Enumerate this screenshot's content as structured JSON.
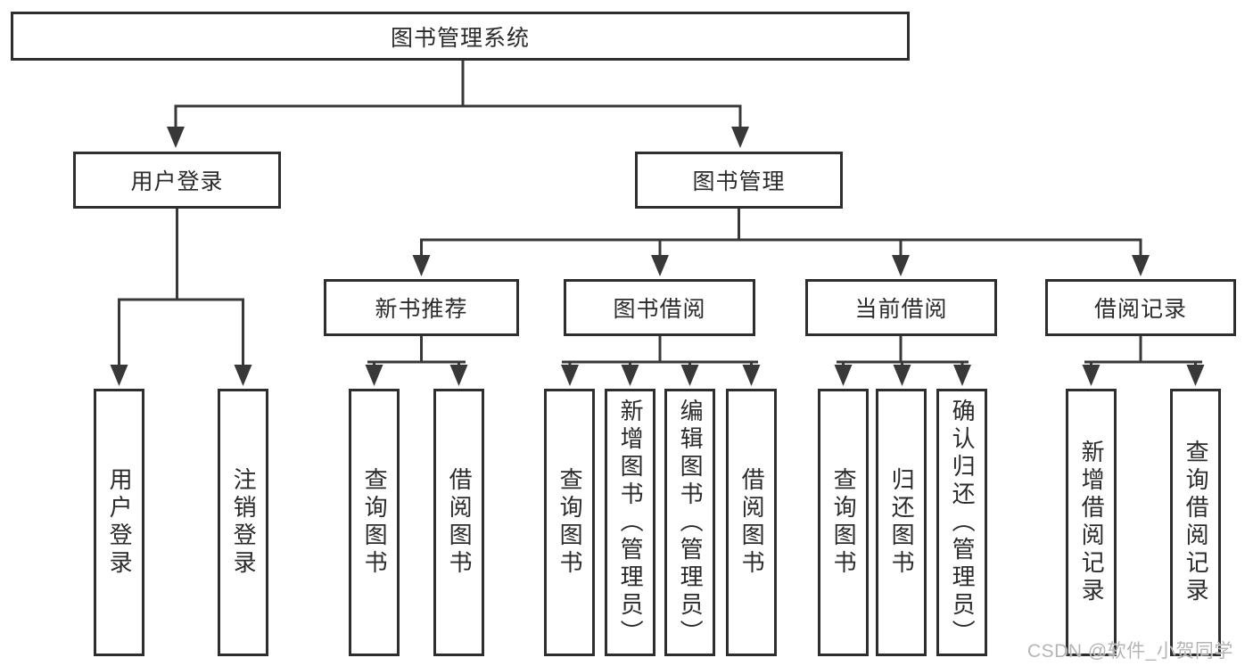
{
  "diagram": {
    "type": "hierarchy-tree",
    "colors": {
      "line": "#383838",
      "box_border": "#2e2e2e",
      "text": "#2b2b2b",
      "watermark": "#b5b5b5",
      "background": "#ffffff"
    },
    "tree": {
      "label": "图书管理系统",
      "children": [
        {
          "label": "用户登录",
          "children": [
            {
              "label": "用户登录"
            },
            {
              "label": "注销登录"
            }
          ]
        },
        {
          "label": "图书管理",
          "children": [
            {
              "label": "新书推荐",
              "children": [
                {
                  "label": "查询图书"
                },
                {
                  "label": "借阅图书"
                }
              ]
            },
            {
              "label": "图书借阅",
              "children": [
                {
                  "label": "查询图书"
                },
                {
                  "label": "新增图书（管理员）"
                },
                {
                  "label": "编辑图书（管理员）"
                },
                {
                  "label": "借阅图书"
                }
              ]
            },
            {
              "label": "当前借阅",
              "children": [
                {
                  "label": "查询图书"
                },
                {
                  "label": "归还图书"
                },
                {
                  "label": "确认归还（管理员）"
                }
              ]
            },
            {
              "label": "借阅记录",
              "children": [
                {
                  "label": "新增借阅记录"
                },
                {
                  "label": "查询借阅记录"
                }
              ]
            }
          ]
        }
      ]
    },
    "watermark": {
      "text": "CSDN @软件_小贺同学"
    }
  }
}
